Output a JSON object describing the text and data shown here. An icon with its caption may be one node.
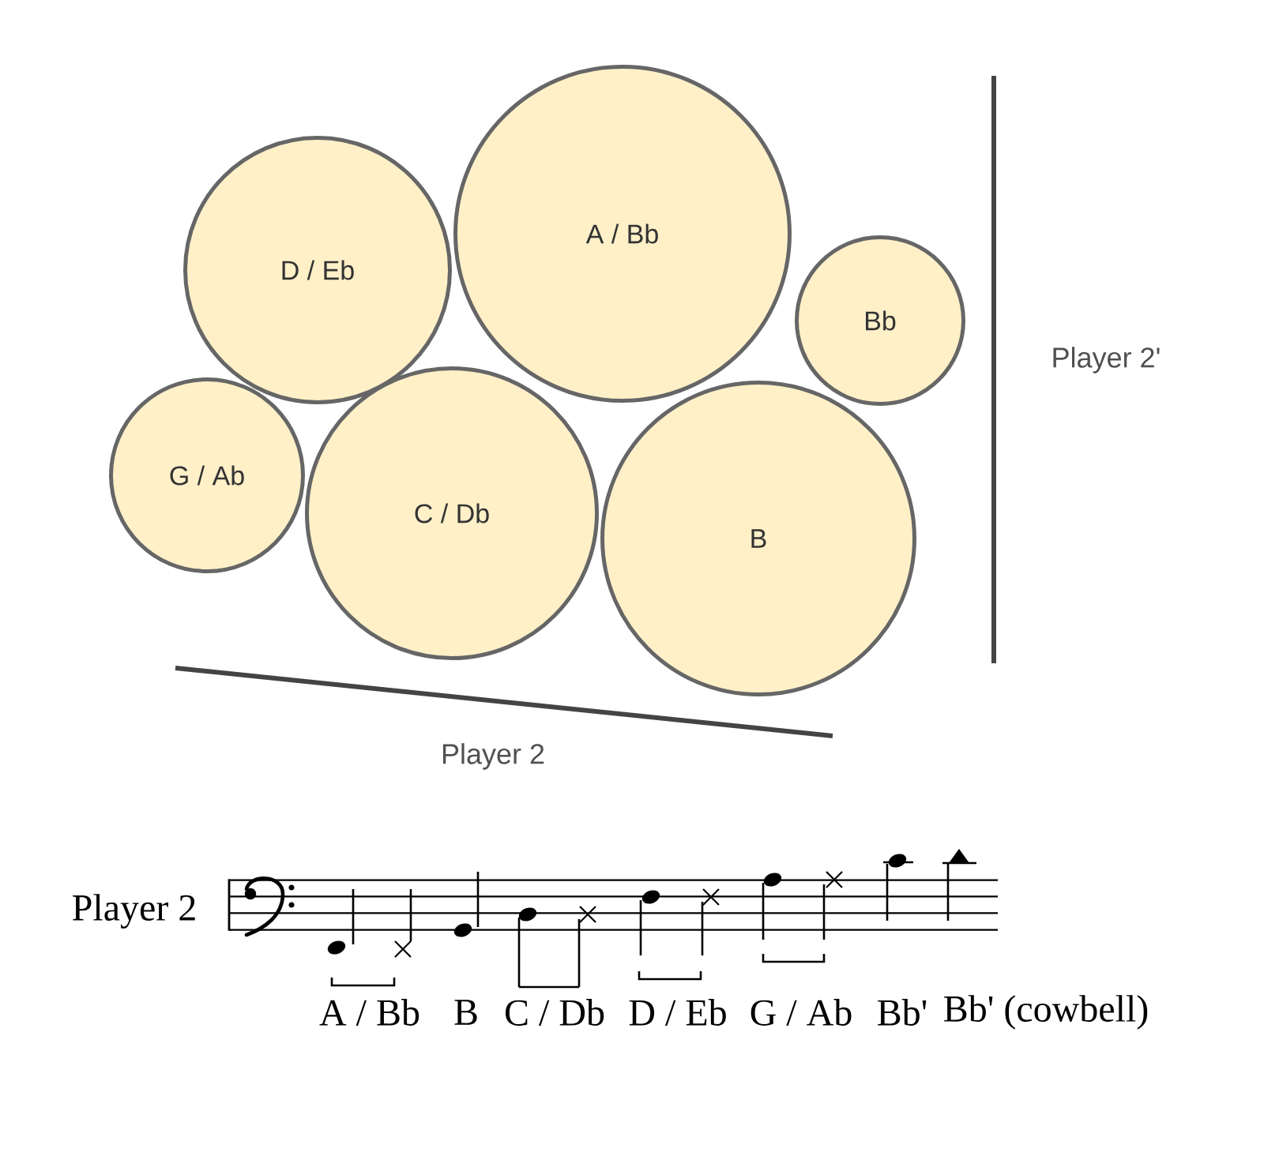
{
  "diagram": {
    "nodes": [
      {
        "text": [
          "D / Eb"
        ]
      },
      {
        "text": [
          "A / Bb"
        ]
      },
      {
        "text": [
          "Bb"
        ]
      },
      {
        "text": [
          "G / Ab"
        ]
      },
      {
        "text": [
          "C / Db"
        ]
      },
      {
        "text": [
          "B"
        ]
      }
    ],
    "labels": [
      "Player 2'",
      "Player 2",
      "Player 2",
      "A / Bb",
      "B",
      "C / Db",
      "D / Eb",
      "G / Ab",
      "Bb'",
      "Bb' (cowbell)"
    ]
  }
}
